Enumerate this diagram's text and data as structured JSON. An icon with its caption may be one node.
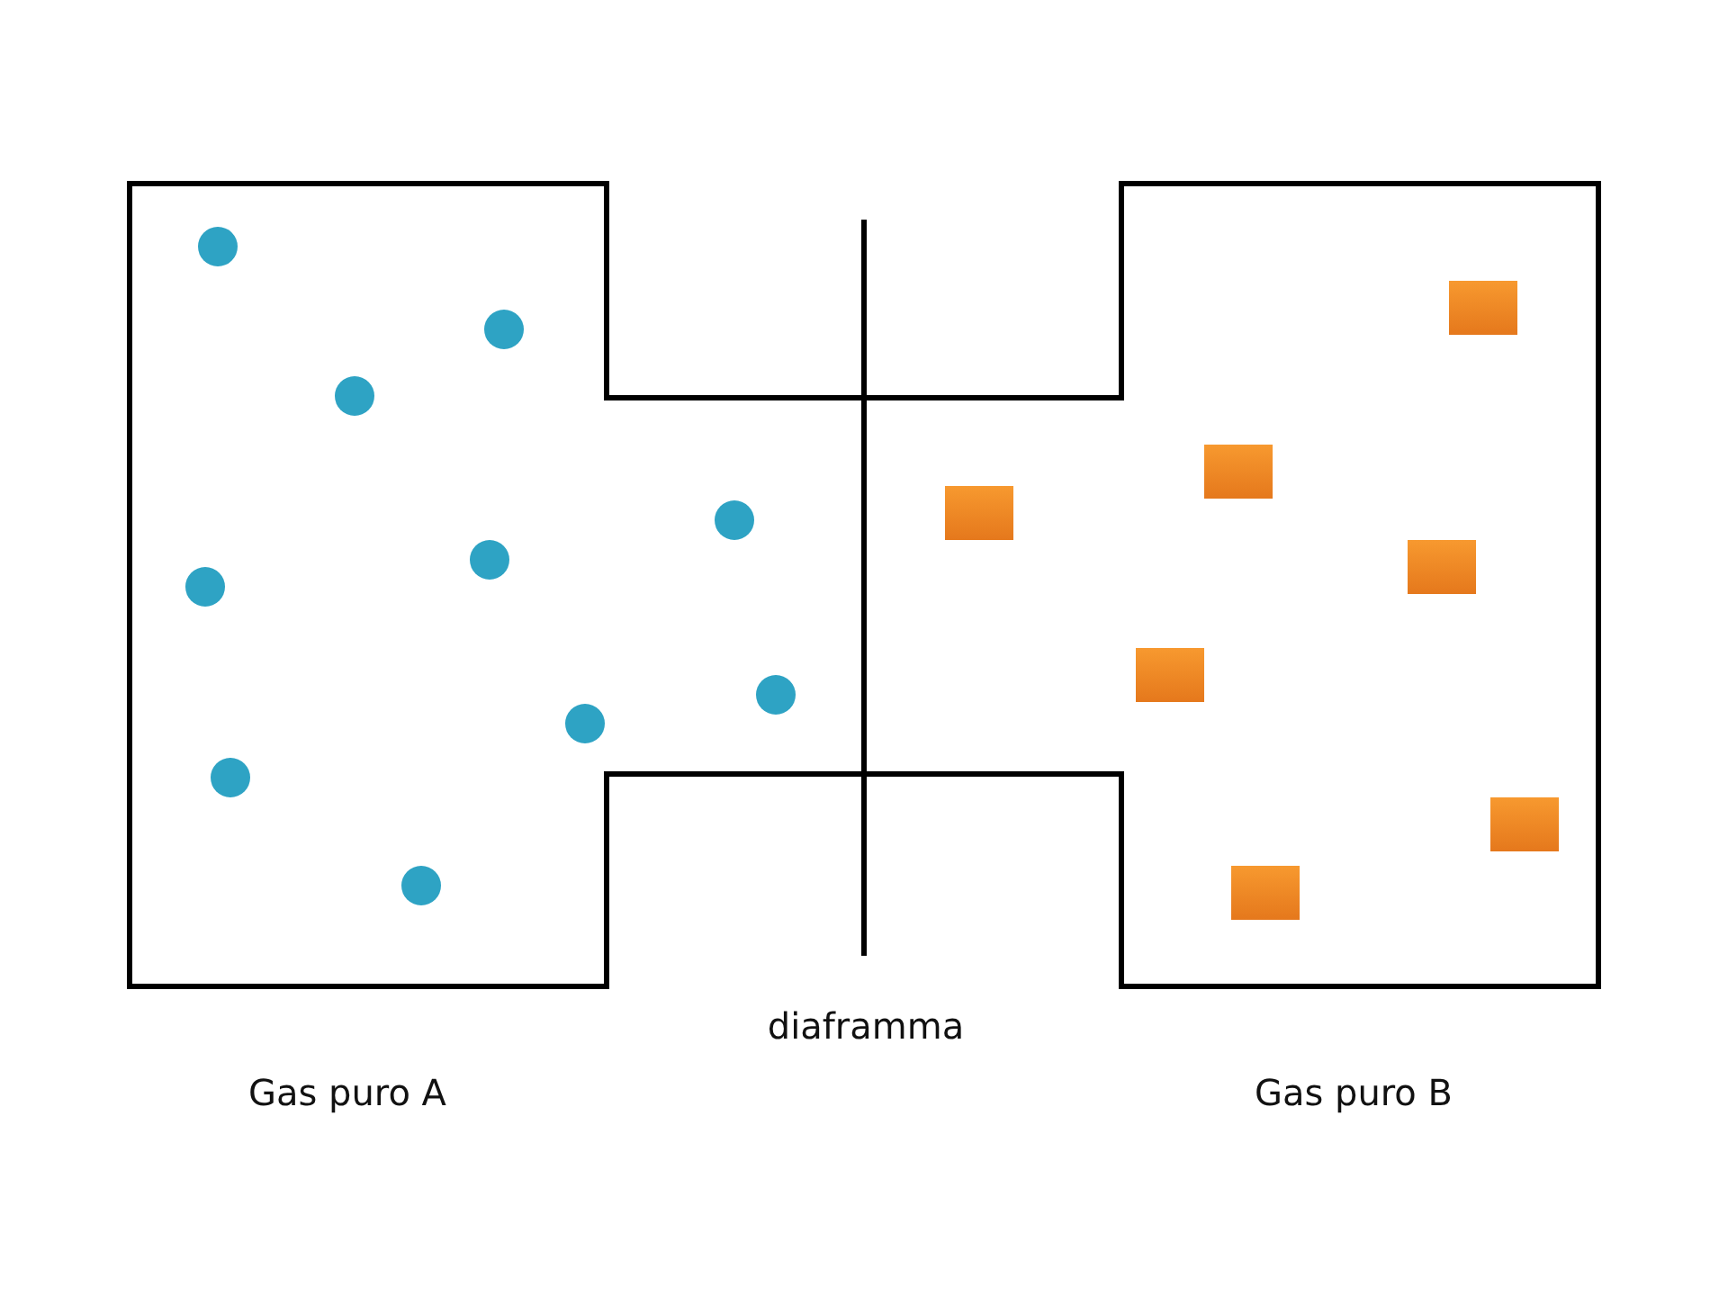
{
  "diagram": {
    "labels": [
      "diaframma",
      "Gas puro A",
      "Gas puro B"
    ]
  }
}
